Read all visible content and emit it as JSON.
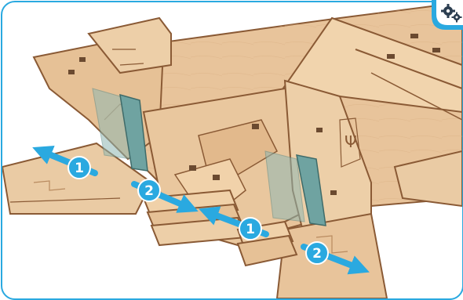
{
  "illustration": {
    "subject": "wooden-model-jet-assembly",
    "colors": {
      "frame": "#2aa9e0",
      "plywood": "#e8c49b",
      "plywood_light": "#f1d4ad",
      "edge": "#8a5a35",
      "slot": "#6b4a30",
      "pin": "#6fa3a1",
      "arrow": "#2aa9e0"
    }
  },
  "steps": [
    {
      "id": "arrow-1a",
      "label": "1"
    },
    {
      "id": "arrow-2a",
      "label": "2"
    },
    {
      "id": "arrow-1b",
      "label": "1"
    },
    {
      "id": "arrow-2b",
      "label": "2"
    }
  ],
  "settings": {
    "icon": "gears-icon"
  }
}
